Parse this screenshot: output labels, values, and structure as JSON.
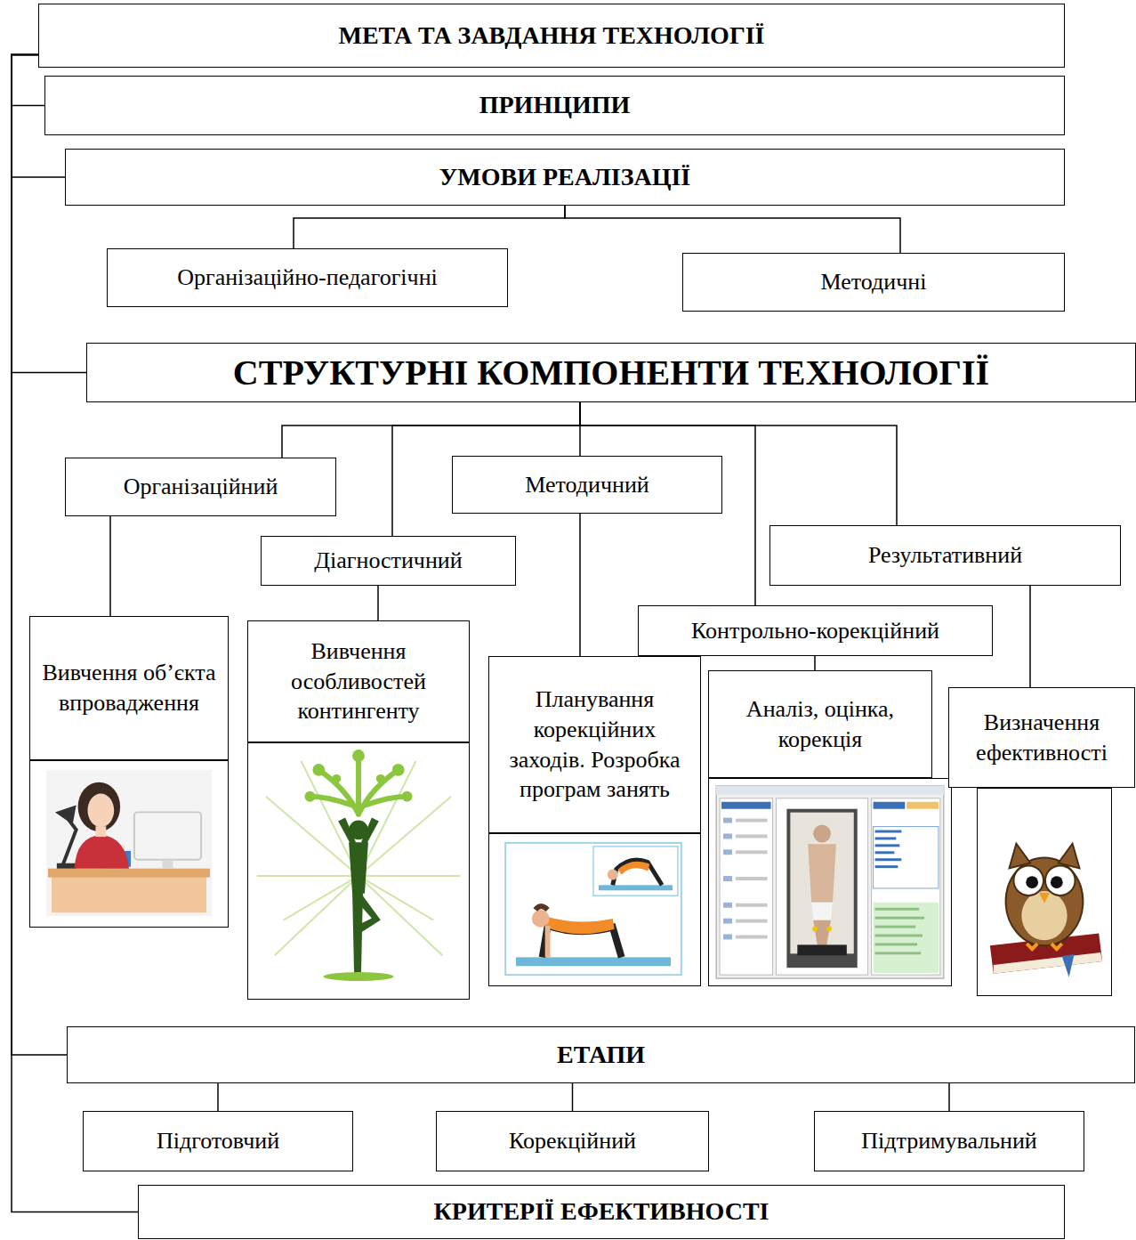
{
  "diagram": {
    "nodes": [
      {
        "text": [
          "МЕТА ТА ЗАВДАННЯ ТЕХНОЛОГІЇ"
        ]
      },
      {
        "text": [
          "ПРИНЦИПИ"
        ]
      },
      {
        "text": [
          "УМОВИ РЕАЛІЗАЦІЇ"
        ]
      },
      {
        "text": [
          "Організаційно-педагогічні"
        ]
      },
      {
        "text": [
          "Методичні"
        ]
      },
      {
        "text": [
          "СТРУКТУРНІ КОМПОНЕНТИ ТЕХНОЛОГІЇ"
        ]
      },
      {
        "text": [
          "Організаційний"
        ]
      },
      {
        "text": [
          "Методичний"
        ]
      },
      {
        "text": [
          "Діагностичний"
        ]
      },
      {
        "text": [
          "Результативний"
        ]
      },
      {
        "text": [
          "Контрольно-корекційний"
        ]
      },
      {
        "text": [
          "Вивчення об’єкта впровадження"
        ]
      },
      {
        "text": [
          "Вивчення особливостей контингенту"
        ]
      },
      {
        "text": [
          "Планування корекційних заходів. Розробка програм занять"
        ]
      },
      {
        "text": [
          "Аналіз, оцінка, корекція"
        ]
      },
      {
        "text": [
          "Визначення ефективності"
        ]
      },
      {
        "text": [
          "ЕТАПИ"
        ]
      },
      {
        "text": [
          "Підготовчий"
        ]
      },
      {
        "text": [
          "Корекційний"
        ]
      },
      {
        "text": [
          "Підтримувальний"
        ]
      },
      {
        "text": [
          "КРИТЕРІЇ ЕФЕКТИВНОСТІ"
        ]
      }
    ],
    "edges": [
      {
        "from": 0,
        "to": 1,
        "arrow": "none"
      },
      {
        "from": 0,
        "to": 2,
        "arrow": "none"
      },
      {
        "from": 0,
        "to": 5,
        "arrow": "none"
      },
      {
        "from": 0,
        "to": 16,
        "arrow": "none"
      },
      {
        "from": 0,
        "to": 20,
        "arrow": "none"
      },
      {
        "from": 2,
        "to": 3,
        "arrow": "none"
      },
      {
        "from": 2,
        "to": 4,
        "arrow": "none"
      },
      {
        "from": 5,
        "to": 6,
        "arrow": "none"
      },
      {
        "from": 5,
        "to": 8,
        "arrow": "none"
      },
      {
        "from": 5,
        "to": 7,
        "arrow": "none"
      },
      {
        "from": 5,
        "to": 10,
        "arrow": "none"
      },
      {
        "from": 5,
        "to": 9,
        "arrow": "none"
      },
      {
        "from": 6,
        "to": 11,
        "arrow": "none"
      },
      {
        "from": 8,
        "to": 12,
        "arrow": "none"
      },
      {
        "from": 7,
        "to": 13,
        "arrow": "none"
      },
      {
        "from": 10,
        "to": 14,
        "arrow": "none"
      },
      {
        "from": 9,
        "to": 15,
        "arrow": "none"
      },
      {
        "from": 16,
        "to": 17,
        "arrow": "none"
      },
      {
        "from": 16,
        "to": 18,
        "arrow": "none"
      },
      {
        "from": 16,
        "to": 19,
        "arrow": "none"
      }
    ]
  }
}
